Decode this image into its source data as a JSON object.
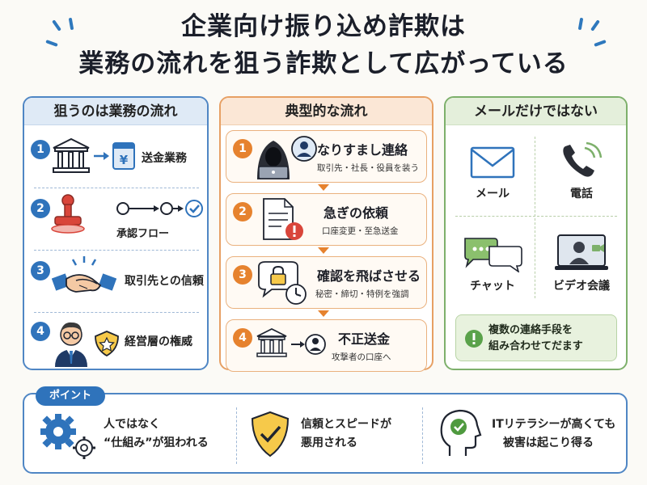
{
  "title": {
    "line1": "企業向け振り込め詐欺は",
    "line2": "業務の流れを狙う詐欺として広がっている"
  },
  "left_panel": {
    "heading": "狙うのは業務の流れ",
    "items": [
      {
        "num": "1",
        "label": "送金業務",
        "icon": "bank-to-yen-icon"
      },
      {
        "num": "2",
        "label": "承認フロー",
        "icon": "stamp-flow-icon"
      },
      {
        "num": "3",
        "label": "取引先との信頼",
        "icon": "handshake-icon"
      },
      {
        "num": "4",
        "label": "経営層の権威",
        "icon": "executive-badge-icon"
      }
    ]
  },
  "middle_panel": {
    "heading": "典型的な流れ",
    "steps": [
      {
        "num": "1",
        "title": "なりすまし連絡",
        "sub": "取引先・社長・役員を装う",
        "icon": "hooded-hacker-icon"
      },
      {
        "num": "2",
        "title": "急ぎの依頼",
        "sub": "口座変更・至急送金",
        "icon": "urgent-document-icon"
      },
      {
        "num": "3",
        "title": "確認を飛ばさせる",
        "sub": "秘密・締切・特例を強調",
        "icon": "lock-clock-icon"
      },
      {
        "num": "4",
        "title": "不正送金",
        "sub": "攻撃者の口座へ",
        "icon": "bank-to-attacker-icon"
      }
    ]
  },
  "right_panel": {
    "heading": "メールだけではない",
    "channels": [
      {
        "label": "メール",
        "icon": "envelope-icon"
      },
      {
        "label": "電話",
        "icon": "phone-icon"
      },
      {
        "label": "チャット",
        "icon": "chat-bubbles-icon"
      },
      {
        "label": "ビデオ会議",
        "icon": "video-call-icon"
      }
    ],
    "note_line1": "複数の連絡手段を",
    "note_line2": "組み合わせてだます"
  },
  "points": {
    "tag": "ポイント",
    "items": [
      {
        "line1": "人ではなく",
        "line2": "“仕組み”が狙われる",
        "icon": "gears-icon"
      },
      {
        "line1": "信頼とスピードが",
        "line2": "悪用される",
        "icon": "shield-check-icon"
      },
      {
        "line1": "ITリテラシーが高くても",
        "line2": "被害は起こり得る",
        "icon": "head-check-icon"
      }
    ]
  },
  "colors": {
    "blue": "#2f73bb",
    "orange": "#e6822e",
    "green": "#7db06b",
    "red": "#d9453a"
  }
}
